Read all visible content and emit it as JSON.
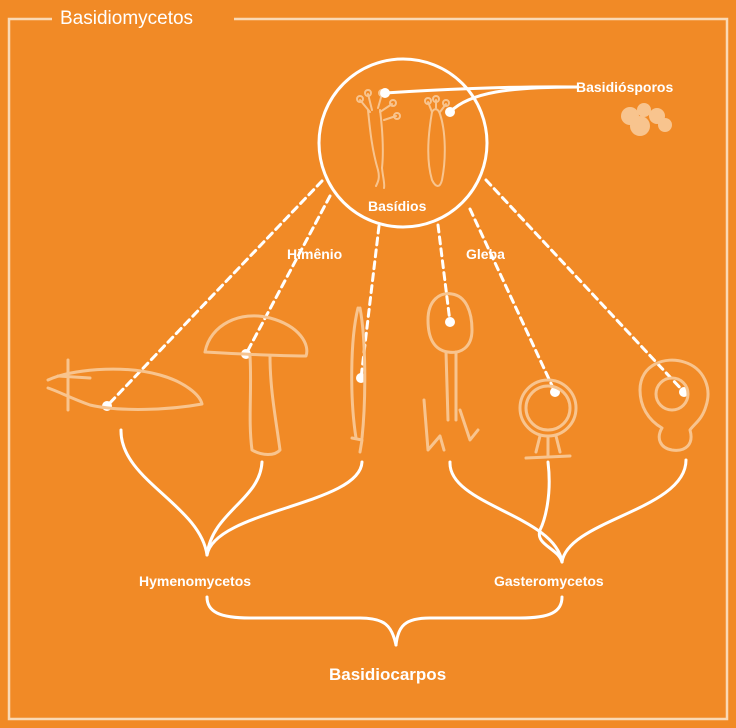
{
  "title": "Basidiomycetos",
  "labels": {
    "basidiosporos": "Basidiósporos",
    "basidios": "Basídios",
    "himenio": "Himênio",
    "gleba": "Gleba",
    "hymenomycetos": "Hymenomycetos",
    "gasteromycetos": "Gasteromycetos",
    "basidiocarpos": "Basidiocarpos"
  },
  "colors": {
    "background": "#F18A26",
    "line": "#FFFFFF",
    "sketch": "#F8C48E"
  },
  "specimens": [
    "shelf-fungus-icon",
    "mushroom-icon",
    "coral-fungus-icon",
    "stinkhorn-icon",
    "earthstar-icon",
    "puffball-icon"
  ]
}
